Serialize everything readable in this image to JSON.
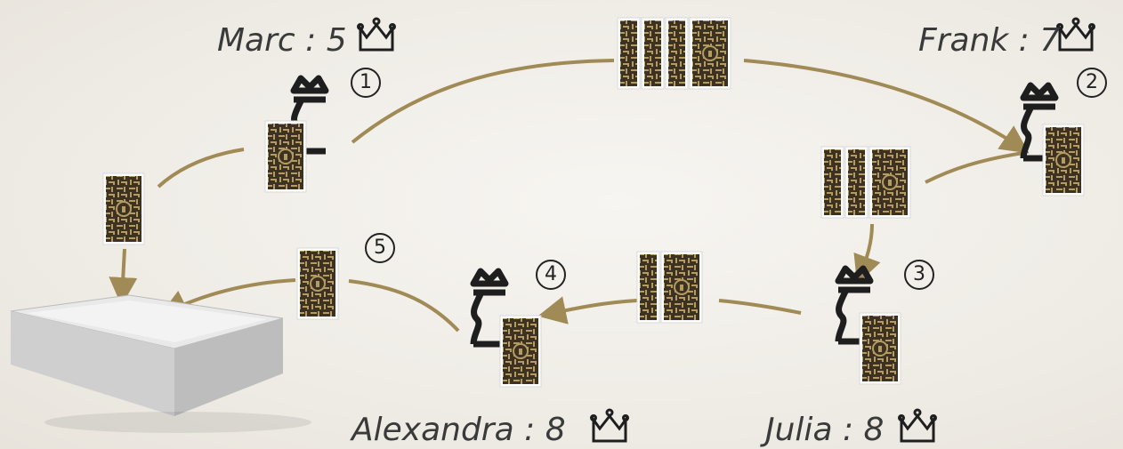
{
  "players": [
    {
      "id": "marc",
      "name": "Marc",
      "score": "5",
      "order": "1"
    },
    {
      "id": "frank",
      "name": "Frank",
      "score": "7",
      "order": "2"
    },
    {
      "id": "julia",
      "name": "Julia",
      "score": "8",
      "order": "3"
    },
    {
      "id": "alexandra",
      "name": "Alexandra",
      "score": "8",
      "order": "4"
    }
  ],
  "discard_step": "5",
  "separator": " : ",
  "colors": {
    "arrow": "#a08a55",
    "card_bg": "#3d3221",
    "card_lines": "#b39b62",
    "piece": "#1e1e1e"
  }
}
